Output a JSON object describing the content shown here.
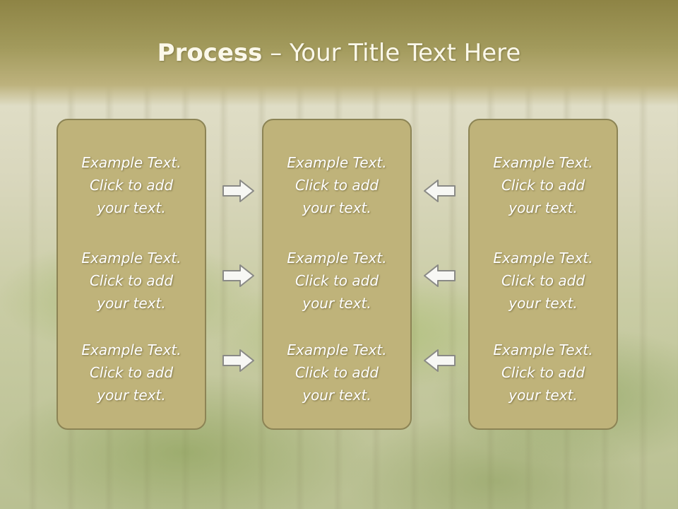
{
  "title": {
    "bold": "Process",
    "dash": " – ",
    "rest": "Your Title Text Here"
  },
  "columns": [
    {
      "items": [
        {
          "l1": "Example Text.",
          "l2": "Click  to add",
          "l3": "your text."
        },
        {
          "l1": "Example Text.",
          "l2": "Click  to add",
          "l3": "your text."
        },
        {
          "l1": "Example Text.",
          "l2": "Click  to add",
          "l3": "your text."
        }
      ]
    },
    {
      "items": [
        {
          "l1": "Example Text.",
          "l2": "Click  to add",
          "l3": "your text."
        },
        {
          "l1": "Example Text.",
          "l2": "Click  to add",
          "l3": "your text."
        },
        {
          "l1": "Example Text.",
          "l2": "Click  to add",
          "l3": "your text."
        }
      ]
    },
    {
      "items": [
        {
          "l1": "Example Text.",
          "l2": "Click  to add",
          "l3": "your text."
        },
        {
          "l1": "Example Text.",
          "l2": "Click  to add",
          "l3": "your text."
        },
        {
          "l1": "Example Text.",
          "l2": "Click  to add",
          "l3": "your text."
        }
      ]
    }
  ],
  "arrows": {
    "left_group": "arrow-right-icon",
    "right_group": "arrow-left-icon"
  },
  "colors": {
    "panel": "#bfb37a",
    "panel_border": "#8c8455",
    "header": "#8e8445",
    "arrow_fill": "#f7f7f4",
    "arrow_stroke": "#8a8a86"
  }
}
